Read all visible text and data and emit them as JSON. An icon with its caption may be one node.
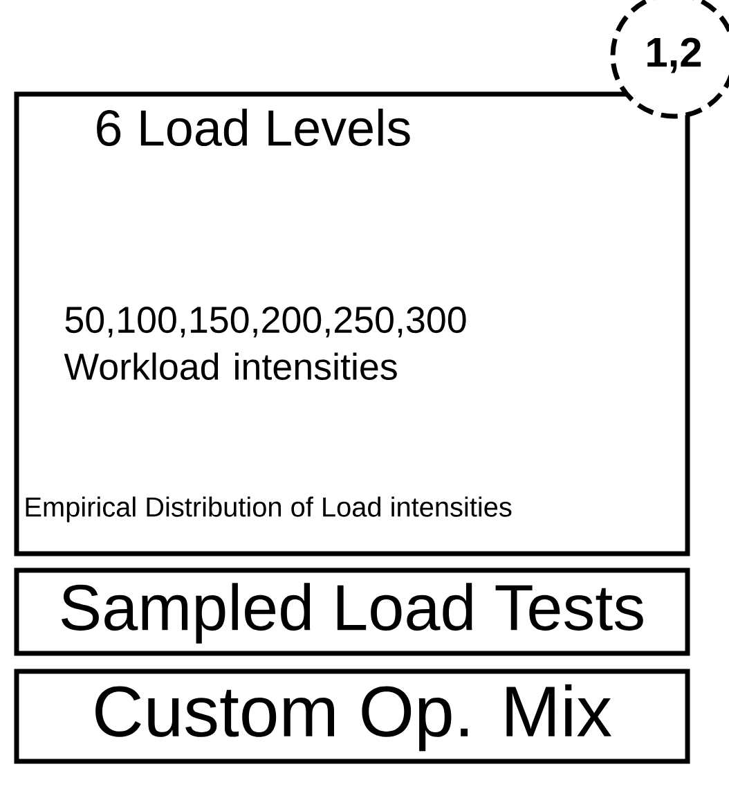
{
  "diagram": {
    "nodes": [
      {
        "text": [
          "6 Load Levels",
          "50,100,150,200,250,300 Workload intensities",
          "Empirical Distribution of Load intensities"
        ]
      },
      {
        "text": [
          "1,2"
        ]
      },
      {
        "text": [
          "Sampled Load Tests"
        ]
      },
      {
        "text": [
          "Custom Op. Mix"
        ]
      }
    ]
  }
}
